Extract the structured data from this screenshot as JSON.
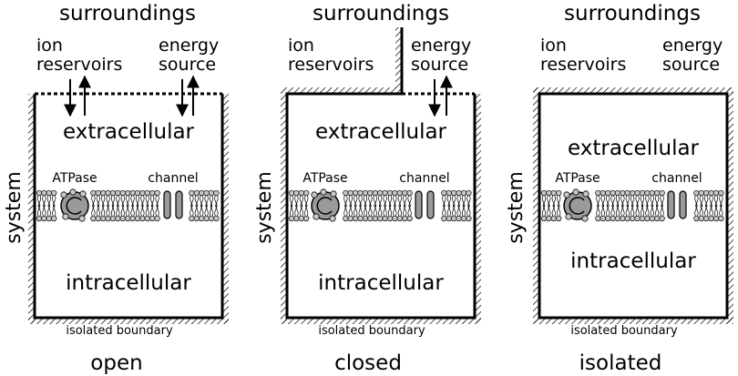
{
  "panels": [
    {
      "id": "open",
      "surroundings": "surroundings",
      "ion_label": [
        "ion",
        "reservoirs"
      ],
      "energy_label": [
        "energy",
        "source"
      ],
      "extracellular": "extracellular",
      "intracellular": "intracellular",
      "atpase": "ATPase",
      "channel": "channel",
      "boundary": "isolated boundary",
      "system": "system",
      "caption": "open"
    },
    {
      "id": "closed",
      "surroundings": "surroundings",
      "ion_label": [
        "ion",
        "reservoirs"
      ],
      "energy_label": [
        "energy",
        "source"
      ],
      "extracellular": "extracellular",
      "intracellular": "intracellular",
      "atpase": "ATPase",
      "channel": "channel",
      "boundary": "isolated boundary",
      "system": "system",
      "caption": "closed"
    },
    {
      "id": "isolated",
      "surroundings": "surroundings",
      "ion_label": [
        "ion",
        "reservoirs"
      ],
      "energy_label": [
        "energy",
        "source"
      ],
      "extracellular": "extracellular",
      "intracellular": "intracellular",
      "atpase": "ATPase",
      "channel": "channel",
      "boundary": "isolated boundary",
      "system": "system",
      "caption": "isolated"
    }
  ],
  "colors": {
    "line": "#000000",
    "membrane_fill": "#c8c8c8",
    "protein_fill": "#9a9a9a",
    "background": "#ffffff"
  }
}
